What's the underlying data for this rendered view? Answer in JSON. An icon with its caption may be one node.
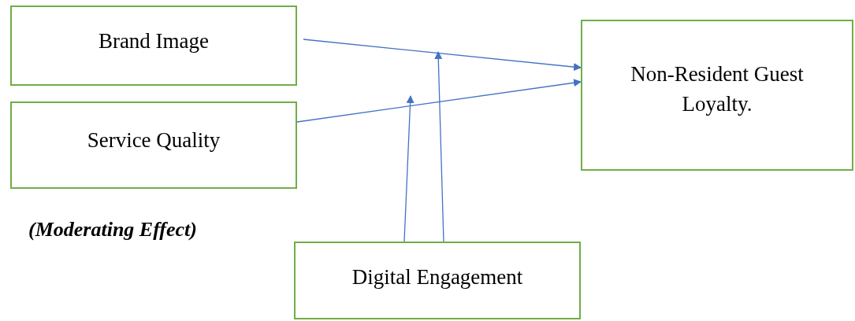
{
  "diagram": {
    "nodes": [
      {
        "text": [
          "Brand Image"
        ]
      },
      {
        "text": [
          "Service Quality"
        ]
      },
      {
        "text": [
          "Non-Resident Guest Loyalty."
        ]
      },
      {
        "text": [
          "Digital Engagement"
        ]
      }
    ],
    "edges": [
      {
        "from": 0,
        "to": 2,
        "arrow": "to"
      },
      {
        "from": 1,
        "to": 2,
        "arrow": "to"
      },
      {
        "from": 3,
        "to": null,
        "arrow": "to"
      },
      {
        "from": 3,
        "to": null,
        "arrow": "to"
      }
    ],
    "labels": [
      "(Moderating Effect)"
    ]
  }
}
